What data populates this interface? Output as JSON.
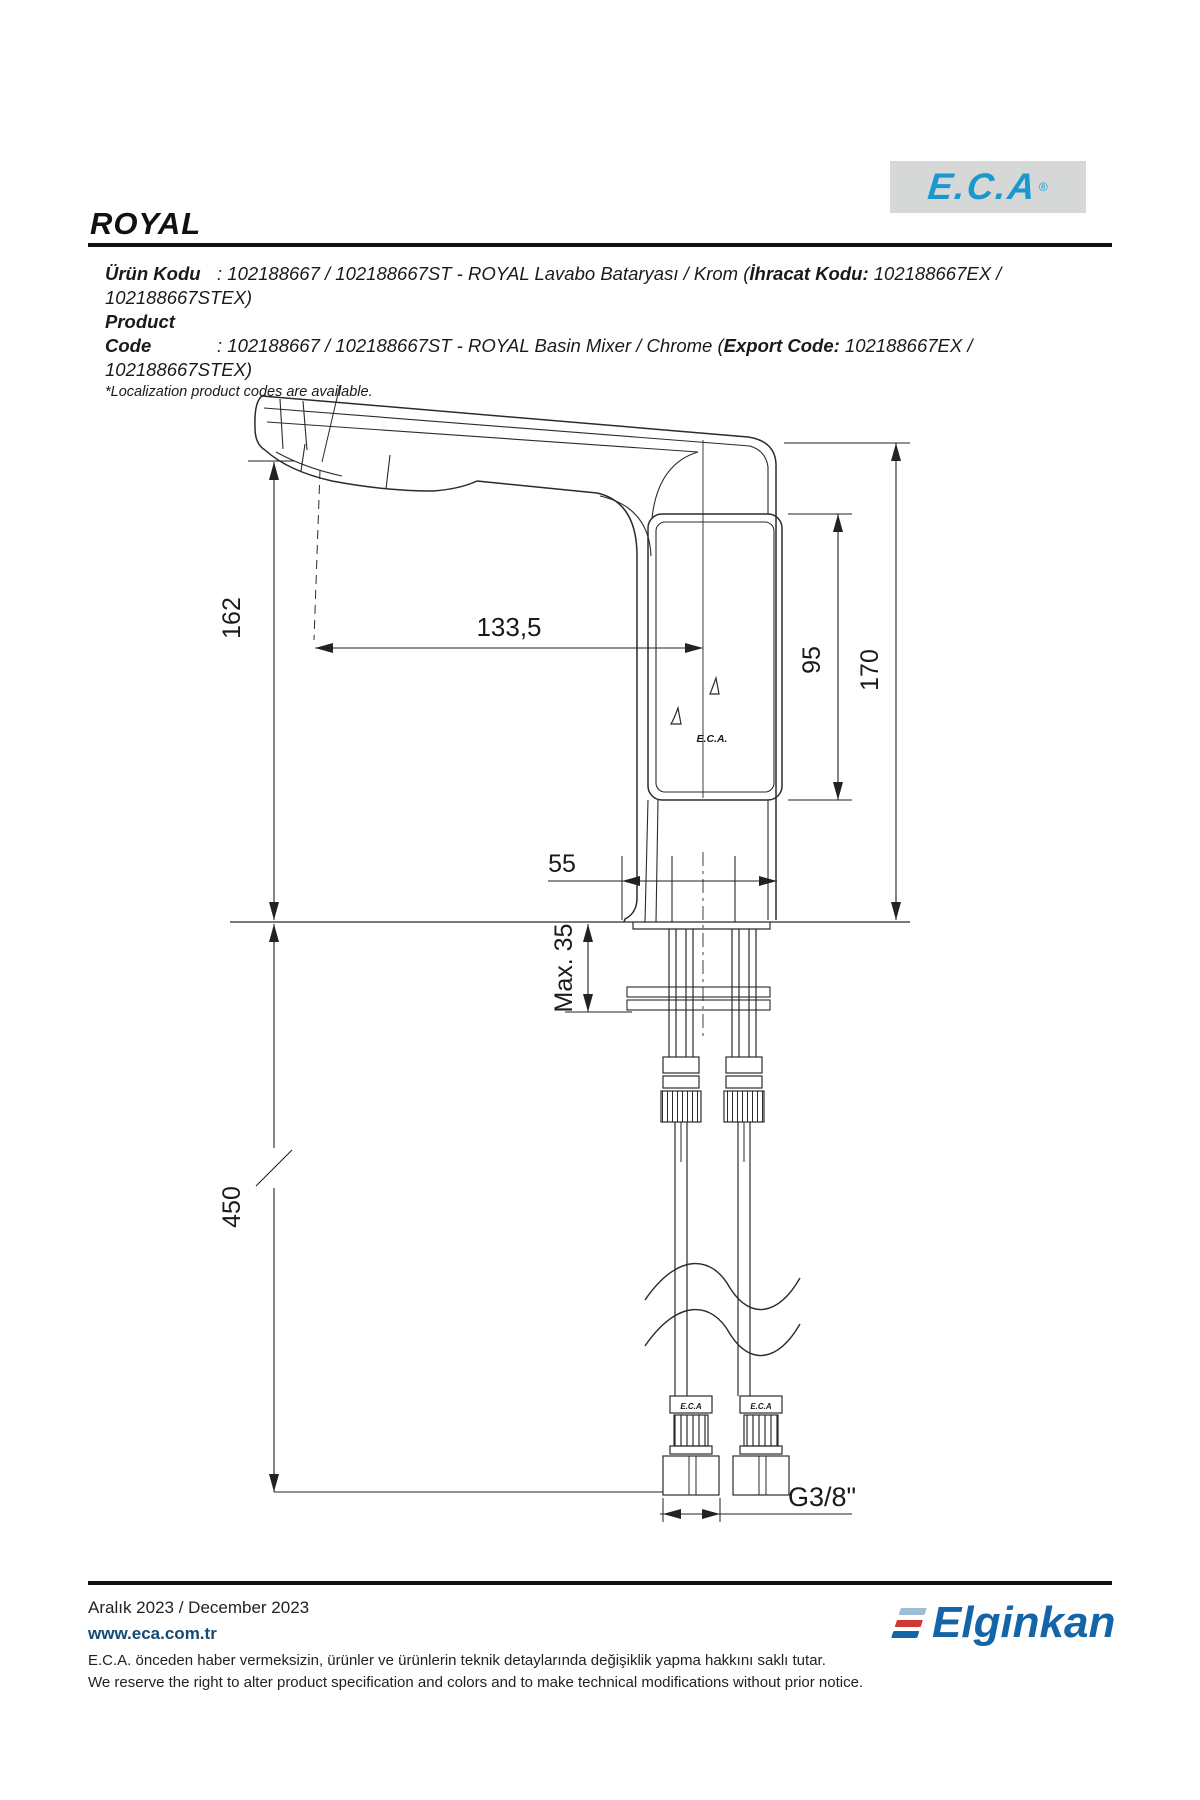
{
  "header": {
    "title": "ROYAL",
    "logo_text": "E.C.A",
    "logo_reg": "®",
    "logo_color": "#1898cf",
    "logo_bg": "#d5d8d7"
  },
  "product": {
    "tr_label": "Ürün Kodu",
    "tr_colon": ": ",
    "tr_body": "102188667 / 102188667ST - ROYAL Lavabo Bataryası  / Krom (",
    "tr_bold": "İhracat Kodu:",
    "tr_tail": " 102188667EX / 102188667STEX)",
    "en_label": "Product Code",
    "en_colon": ": ",
    "en_body": "102188667 / 102188667ST - ROYAL Basin Mixer / Chrome (",
    "en_bold": "Export Code:",
    "en_tail": " 102188667EX / 102188667STEX)",
    "note": "*Localization product codes are available."
  },
  "drawing": {
    "dims": {
      "reach": "133,5",
      "spout_height": "162",
      "handle_height": "95",
      "total_height": "170",
      "base_width": "55",
      "max_thickness": "Max. 35",
      "below_length": "450",
      "connection": "G3/8\""
    },
    "handle_logo": "E.C.A.",
    "connector_logo_left": "E.C.A",
    "connector_logo_right": "E.C.A"
  },
  "footer": {
    "date": "Aralık 2023 / December 2023",
    "website": "www.eca.com.tr",
    "disclaimer_tr": "E.C.A. önceden haber vermeksizin, ürünler ve ürünlerin teknik detaylarında değişiklik yapma hakkını saklı tutar.",
    "disclaimer_en": "We reserve the right to alter product specification and colors and to make technical modifications without prior notice.",
    "brand": "Elginkan",
    "brand_navy": "#1465a8",
    "brand_red": "#cc3a33",
    "brand_lightblue": "#9bbdd6"
  }
}
